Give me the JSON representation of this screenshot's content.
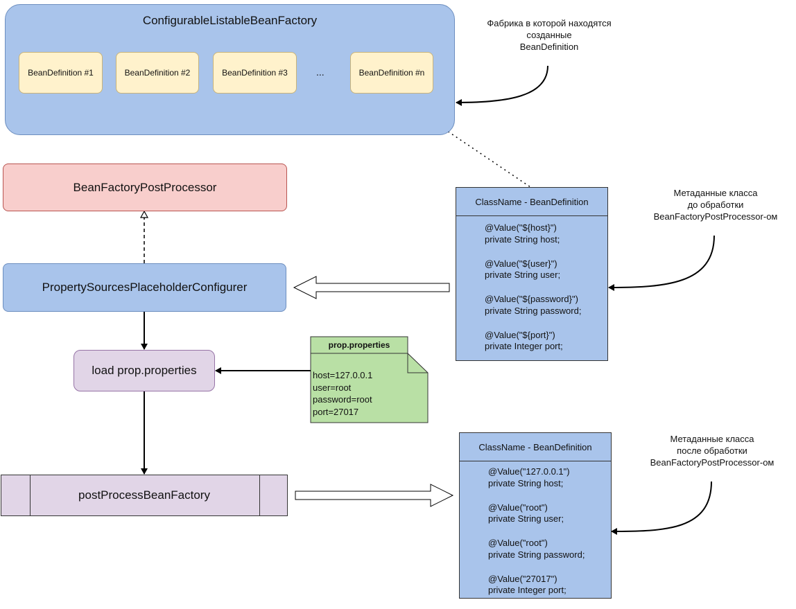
{
  "factory": {
    "title": "ConfigurableListableBeanFactory",
    "beans": [
      "BeanDefinition #1",
      "BeanDefinition #2",
      "BeanDefinition #3",
      "BeanDefinition #n"
    ],
    "ellipsis": "..."
  },
  "notes": {
    "factory": [
      "Фабрика в которой находятся",
      "созданные",
      "BeanDefinition"
    ],
    "before": [
      "Метаданные класса",
      "до обработки",
      "BeanFactoryPostProcessor-ом"
    ],
    "after": [
      "Метаданные класса",
      "после обработки",
      "BeanFactoryPostProcessor-ом"
    ]
  },
  "boxes": {
    "bfpp": "BeanFactoryPostProcessor",
    "pspc": "PropertySourcesPlaceholderConfigurer",
    "load": "load prop.properties",
    "ppbf": "postProcessBeanFactory"
  },
  "class_before": {
    "header": "ClassName - BeanDefinition",
    "fields": [
      {
        "annotation": "@Value(\"${host}\")",
        "declaration": "private String host;"
      },
      {
        "annotation": "@Value(\"${user}\")",
        "declaration": "private String user;"
      },
      {
        "annotation": "@Value(\"${password}\")",
        "declaration": "private String password;"
      },
      {
        "annotation": "@Value(\"${port}\")",
        "declaration": "private Integer port;"
      }
    ]
  },
  "class_after": {
    "header": "ClassName - BeanDefinition",
    "fields": [
      {
        "annotation": "@Value(\"127.0.0.1\")",
        "declaration": "private String host;"
      },
      {
        "annotation": "@Value(\"root\")",
        "declaration": "private String user;"
      },
      {
        "annotation": "@Value(\"root\")",
        "declaration": "private String password;"
      },
      {
        "annotation": "@Value(\"27017\")",
        "declaration": "private Integer port;"
      }
    ]
  },
  "properties_file": {
    "name": "prop.properties",
    "lines": [
      "host=127.0.0.1",
      "user=root",
      "password=root",
      "port=27017"
    ]
  },
  "colors": {
    "blue_fill": "#a9c4eb",
    "red_fill": "#f8cecc",
    "purple_fill": "#e1d5e7",
    "yellow_fill": "#fff2cc",
    "green_fill": "#b9e0a5"
  }
}
